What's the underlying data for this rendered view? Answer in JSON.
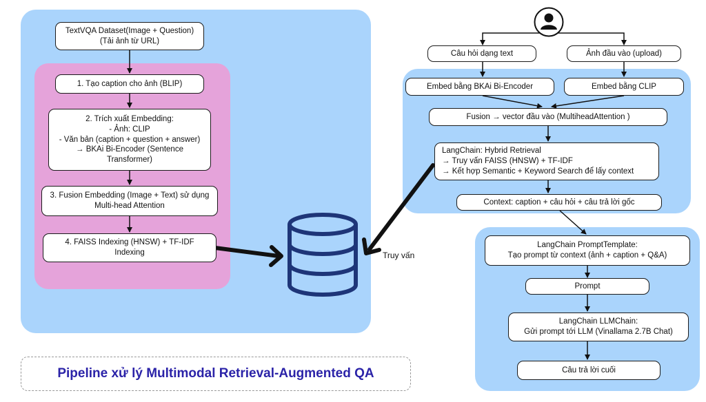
{
  "colors": {
    "panel_blue": "#aad4fc",
    "panel_pink": "#e5a3da",
    "title_color": "#2b23a8",
    "arrow": "#111111"
  },
  "icons": {
    "user": "user-icon",
    "database": "database-icon"
  },
  "indexing": {
    "dataset": "TextVQA Dataset(Image + Question)\n(Tải ảnh từ URL)",
    "step1": "1. Tạo caption cho ảnh (BLIP)",
    "step2": "2. Trích xuất Embedding:\n- Ảnh: CLIP\n- Văn bản (caption + question + answer)\n→ BKAi Bi-Encoder (Sentence\nTransformer)",
    "step3": "3. Fusion Embedding (Image + Text) sử dụng\nMulti-head Attention",
    "step4": "4. FAISS Indexing (HNSW) + TF-IDF\nIndexing"
  },
  "query": {
    "text_input": "Câu hỏi dạng text",
    "image_input": "Ảnh đầu vào (upload)",
    "embed_text": "Embed bằng BKAi Bi-Encoder",
    "embed_image": "Embed bằng CLIP",
    "fusion": "Fusion → vector đầu vào (MultiheadAttention )",
    "retrieval": "LangChain: Hybrid Retrieval\n→ Truy vấn FAISS (HNSW) + TF-IDF\n→ Kết hợp Semantic + Keyword Search để lấy context",
    "context": "Context: caption + câu hỏi + câu trả lời gốc"
  },
  "generation": {
    "prompt_template": "LangChain PromptTemplate:\nTạo prompt từ context (ảnh + caption + Q&A)",
    "prompt": "Prompt",
    "llm_chain": "LangChain LLMChain:\nGửi prompt tới LLM (Vinallama 2.7B Chat)",
    "answer": "Câu trả lời cuối"
  },
  "query_label": "Truy vấn",
  "title": "Pipeline xử lý Multimodal Retrieval-Augmented QA"
}
